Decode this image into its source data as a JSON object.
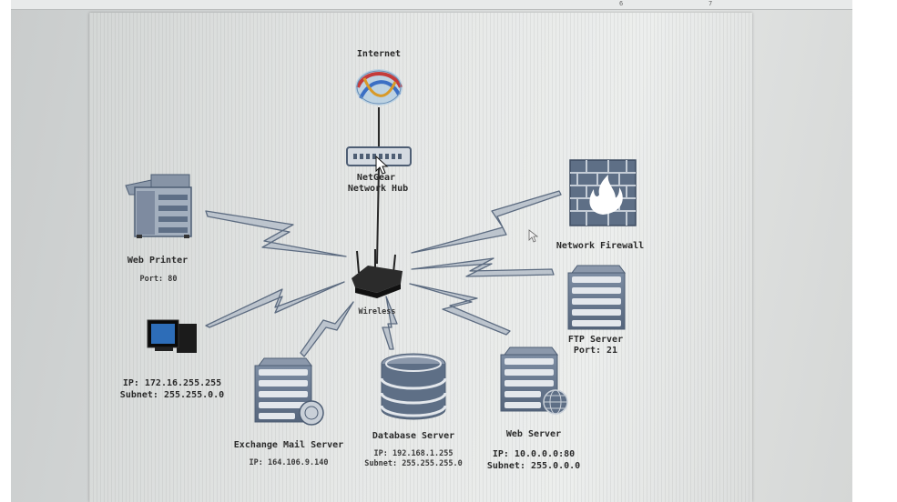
{
  "diagram": {
    "internet_label": "Internet",
    "hub_label_line1": "NetGear",
    "hub_label_line2": "Network Hub",
    "wireless_label": "Wireless",
    "printer_label": "Web Printer",
    "printer_port": "Port: 80",
    "firewall_label": "Network Firewall",
    "ftp_label": "FTP Server",
    "ftp_port": "Port: 21",
    "pc_ip": "IP: 172.16.255.255",
    "pc_subnet": "Subnet: 255.255.0.0",
    "exchange_label": "Exchange Mail Server",
    "exchange_ip": "IP: 164.106.9.140",
    "database_label": "Database Server",
    "database_ip": "IP: 192.168.1.255",
    "database_subnet": "Subnet: 255.255.255.0",
    "web_label": "Web Server",
    "web_ip": "IP: 10.0.0.0:80",
    "web_subnet": "Subnet: 255.0.0.0"
  },
  "ruler": {
    "marks": [
      "6",
      "7"
    ]
  },
  "colors": {
    "device": "#5e6f86",
    "device_light": "#b9c3cf",
    "bolt": "#5c6b80",
    "fire": "#ffffff"
  },
  "icons": [
    "internet-globe-icon",
    "hub-icon",
    "router-icon",
    "printer-icon",
    "firewall-icon",
    "server-icon",
    "database-icon",
    "computer-icon",
    "globe-icon",
    "mouse-cursor-icon"
  ]
}
